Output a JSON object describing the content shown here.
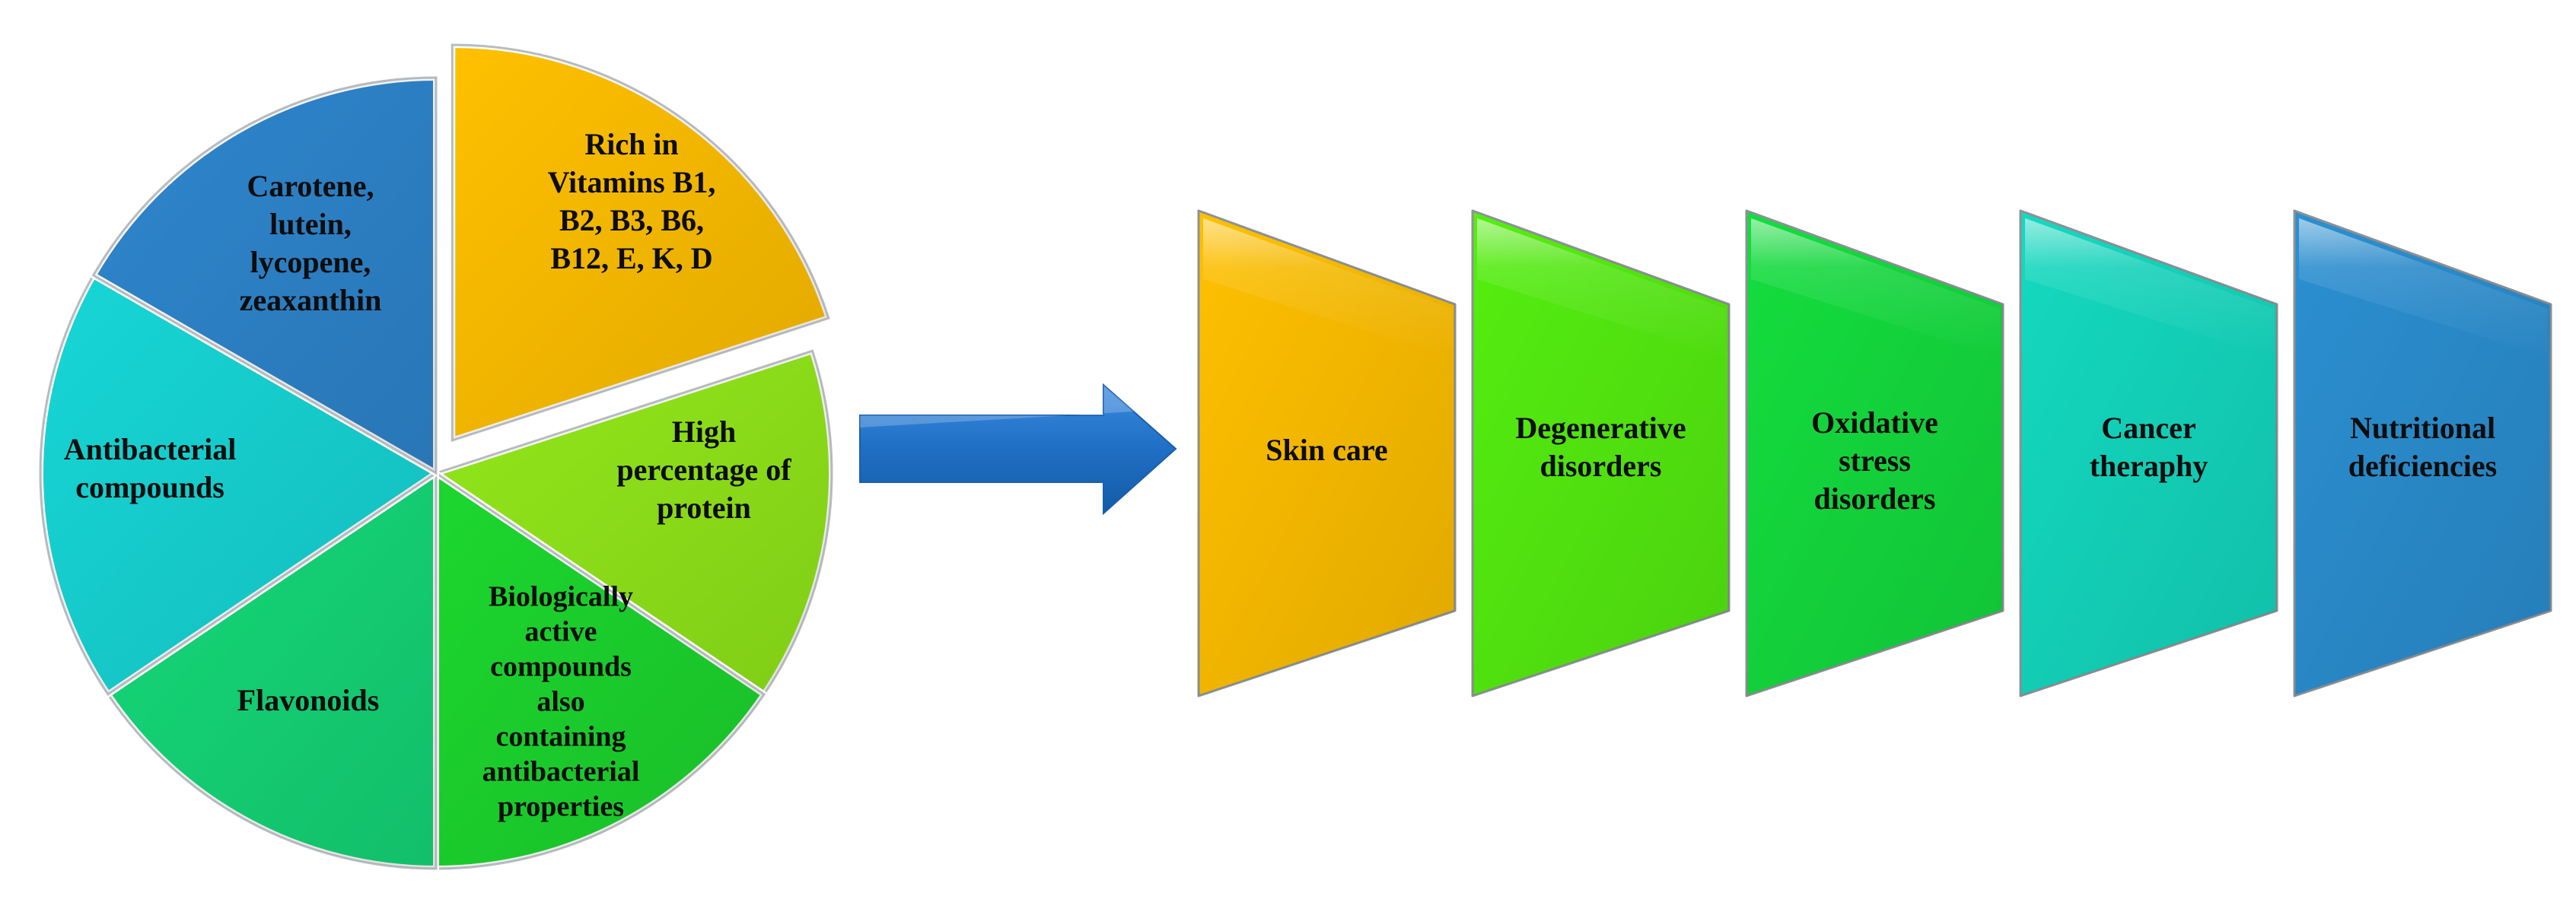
{
  "pie": {
    "segments": [
      {
        "key": "vitamins",
        "lines": [
          "Rich in",
          "Vitamins B1,",
          "B2, B3, B6,",
          "B12, E, K, D"
        ],
        "color": "#FFC000",
        "start": 0,
        "end": 72,
        "exploded": true
      },
      {
        "key": "protein",
        "lines": [
          "High",
          "percentage of",
          "protein"
        ],
        "color": "#92E81A",
        "start": 72,
        "end": 124,
        "exploded": false
      },
      {
        "key": "bioactive",
        "lines": [
          "Biologically",
          "active",
          "compounds",
          "also",
          "containing",
          "antibacterial",
          "properties"
        ],
        "color": "#1CD72E",
        "start": 124,
        "end": 180,
        "exploded": false
      },
      {
        "key": "flavonoids",
        "lines": [
          "Flavonoids"
        ],
        "color": "#15D878",
        "start": 180,
        "end": 236,
        "exploded": false
      },
      {
        "key": "antibacterial",
        "lines": [
          "Antibacterial",
          "compounds"
        ],
        "color": "#17D6D6",
        "start": 236,
        "end": 300,
        "exploded": false
      },
      {
        "key": "carotenoids",
        "lines": [
          "Carotene,",
          "lutein,",
          "lycopene,",
          "zeaxanthin"
        ],
        "color": "#2E86CE",
        "start": 300,
        "end": 360,
        "exploded": false
      }
    ]
  },
  "arrow": {
    "color": "#1F6FC5"
  },
  "outcomes": [
    {
      "key": "skin-care",
      "lines": [
        "Skin care"
      ],
      "color": "#FFC000"
    },
    {
      "key": "degenerative",
      "lines": [
        "Degenerative",
        "disorders"
      ],
      "color": "#55EE10"
    },
    {
      "key": "oxidative",
      "lines": [
        "Oxidative",
        "stress",
        "disorders"
      ],
      "color": "#14DD3E"
    },
    {
      "key": "cancer",
      "lines": [
        "Cancer",
        "theraphy"
      ],
      "color": "#14D9C0"
    },
    {
      "key": "nutritional",
      "lines": [
        "Nutritional",
        "deficiencies"
      ],
      "color": "#2B8FD1"
    }
  ]
}
